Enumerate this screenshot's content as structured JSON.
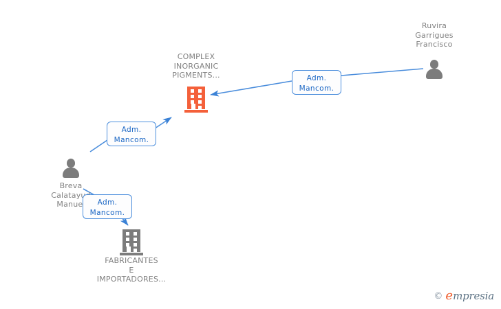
{
  "diagram": {
    "type": "relationship-graph",
    "background_color": "#ffffff",
    "accent_blue": "#4a8ddc",
    "company_orange": "#f4603a",
    "entity_gray": "#7c7c7c",
    "label_gray": "#808080",
    "nodes": [
      {
        "id": "complex-inorganic-pigments",
        "kind": "company",
        "icon": "building-icon",
        "label": "COMPLEX\nINORGANIC\nPIGMENTS...",
        "color": "#f4603a",
        "is_focus": true
      },
      {
        "id": "ruvira-garrigues-francisco",
        "kind": "person",
        "icon": "person-icon",
        "label": "Ruvira\nGarrigues\nFrancisco",
        "color": "#7c7c7c",
        "is_focus": false
      },
      {
        "id": "breva-calatayud-manuel",
        "kind": "person",
        "icon": "person-icon",
        "label": "Breva\nCalatayud\nManuel",
        "color": "#7c7c7c",
        "is_focus": false
      },
      {
        "id": "fabricantes-e-importadores",
        "kind": "company",
        "icon": "building-icon",
        "label": "FABRICANTES\nE\nIMPORTADORES...",
        "color": "#7c7c7c",
        "is_focus": false
      }
    ],
    "edges": [
      {
        "id": "edge-ruvira-to-complex",
        "from": "ruvira-garrigues-francisco",
        "to": "complex-inorganic-pigments",
        "chip_label": "Adm.\nMancom."
      },
      {
        "id": "edge-breva-to-complex",
        "from": "breva-calatayud-manuel",
        "to": "complex-inorganic-pigments",
        "chip_label": "Adm.\nMancom."
      },
      {
        "id": "edge-breva-to-fabricantes",
        "from": "breva-calatayud-manuel",
        "to": "fabricantes-e-importadores",
        "chip_label": "Adm.\nMancom."
      }
    ]
  },
  "watermark": {
    "copyright": "©",
    "brand_initial": "e",
    "brand_rest": "mpresia"
  }
}
